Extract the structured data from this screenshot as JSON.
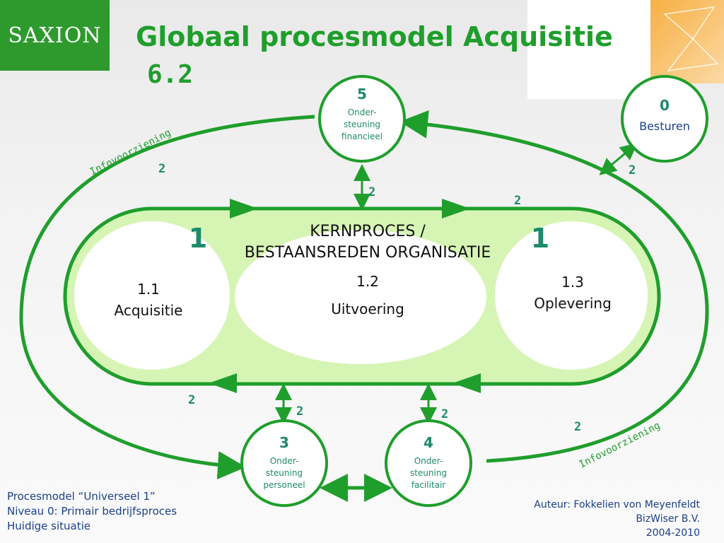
{
  "logo": {
    "text": "SAXION"
  },
  "title": "Globaal procesmodel Acquisitie",
  "subtitle": "6.2",
  "kernproces": {
    "label_line1": "KERNPROCES /",
    "label_line2": "BESTAANSREDEN ORGANISATIE",
    "left_number": "1",
    "right_number": "1",
    "sub1_num": "1.1",
    "sub1_name": "Acquisitie",
    "sub2_num": "1.2",
    "sub2_name": "Uitvoering",
    "sub3_num": "1.3",
    "sub3_name": "Oplevering"
  },
  "nodes": {
    "n0": {
      "num": "0",
      "name": "Besturen"
    },
    "n5": {
      "num": "5",
      "line1": "Onder-",
      "line2": "steuning",
      "line3": "financieel"
    },
    "n3": {
      "num": "3",
      "line1": "Onder-",
      "line2": "steuning",
      "line3": "personeel"
    },
    "n4": {
      "num": "4",
      "line1": "Onder-",
      "line2": "steuning",
      "line3": "facilitair"
    }
  },
  "flow_labels": {
    "info_top": "Infovoorziening",
    "info_bottom": "Infovoorziening",
    "two": "2"
  },
  "footer_left": {
    "line1": "Procesmodel “Universeel 1”",
    "line2": "Niveau 0: Primair bedrijfsproces",
    "line3": "Huidige situatie"
  },
  "footer_right": {
    "line1": "Auteur: Fokkelien von Meyenfeldt",
    "line2": "BizWiser B.V.",
    "line3": "2004-2010"
  },
  "colors": {
    "green": "#1f9e2c",
    "light_green": "#d6f5b5",
    "teal": "#1d8a6c",
    "blue_text": "#1a3f8a"
  }
}
